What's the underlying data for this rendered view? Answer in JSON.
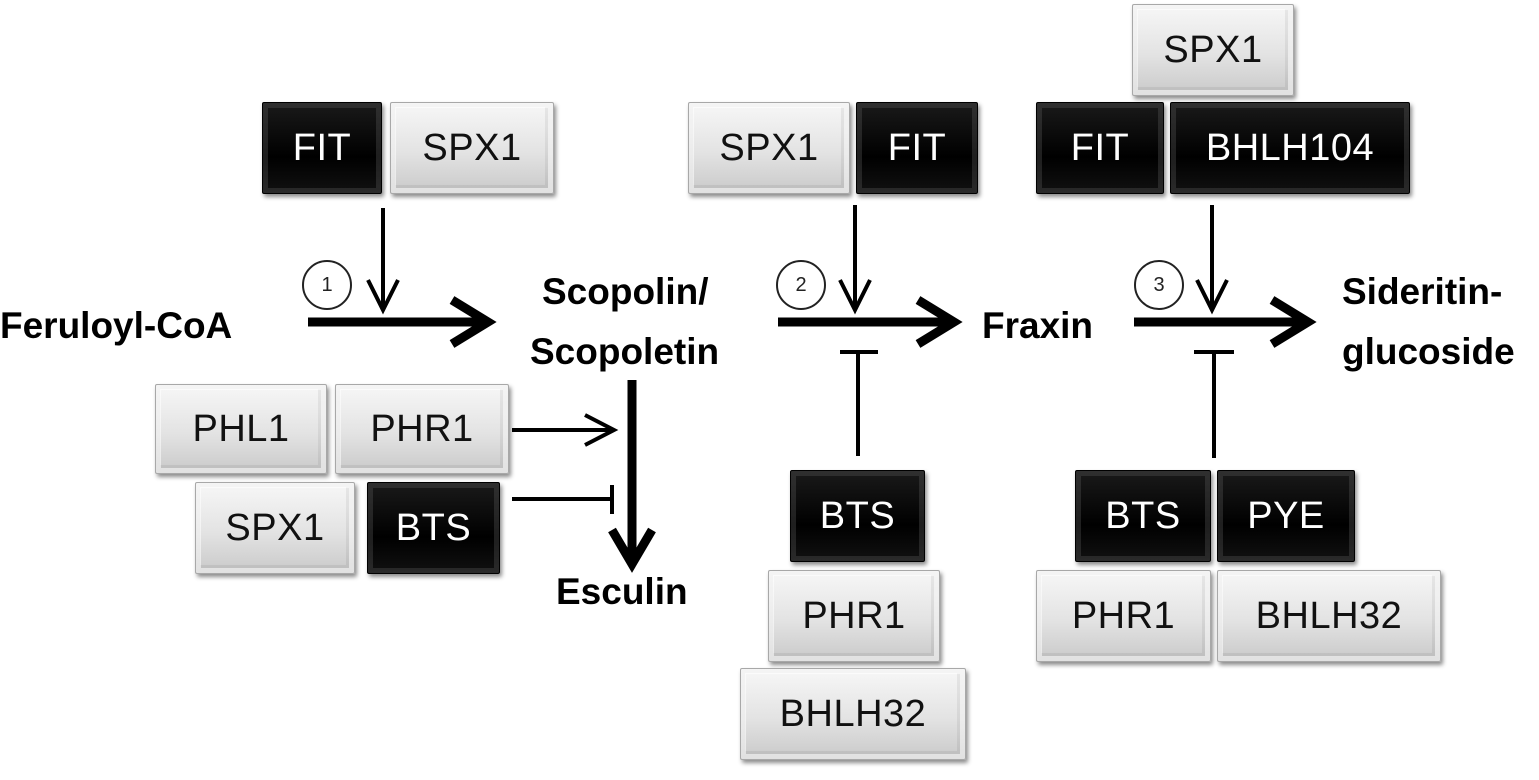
{
  "metabolites": {
    "feruloyl_coa": "Feruloyl-CoA",
    "scopolin_line1": "Scopolin/",
    "scopolin_line2": "Scopoletin",
    "esculin": "Esculin",
    "fraxin": "Fraxin",
    "sideritin_line1": "Sideritin-",
    "sideritin_line2": "glucoside"
  },
  "steps": [
    "1",
    "2",
    "3"
  ],
  "regulators": {
    "fit": "FIT",
    "spx1": "SPX1",
    "phl1": "PHL1",
    "phr1": "PHR1",
    "bts": "BTS",
    "bhlh32": "BHLH32",
    "bhlh104": "BHLH104",
    "pye": "PYE"
  },
  "colors": {
    "activator_box": "#e3e3e3",
    "dark_box": "#000000",
    "arrow": "#000000"
  }
}
